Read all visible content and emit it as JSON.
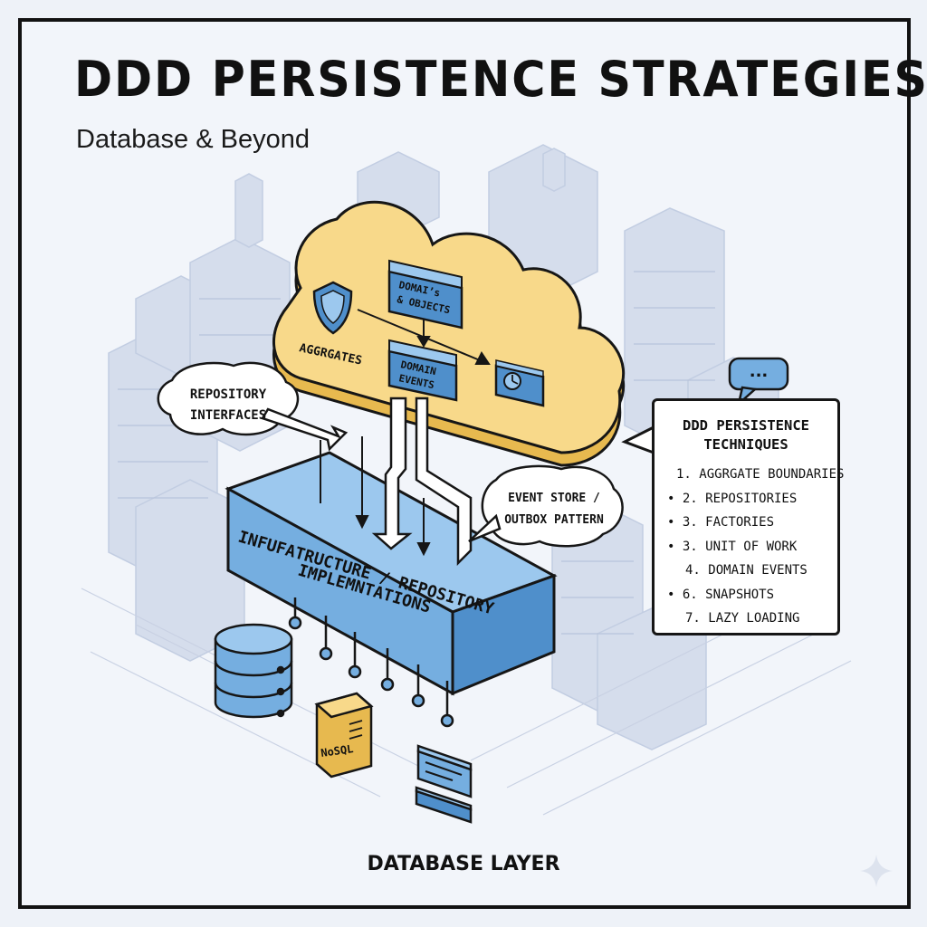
{
  "title": "DDD PERSISTENCE STRATEGIES",
  "subtitle": "Database & Beyond",
  "cloud": {
    "aggregates_label": "AGGRGATES",
    "domain_objects_label": [
      "DOMAI’s",
      "& OBJECTS"
    ],
    "domain_events_label": [
      "DOMAIN",
      "EVENTS"
    ]
  },
  "callouts": {
    "repository_interfaces": [
      "REPOSITORY",
      "INTERFACES"
    ],
    "event_store": [
      "EVENT STORE /",
      "OUTBOX PATTERN"
    ]
  },
  "infrastructure_block": {
    "line1": "INFUFATRUCTURE / REPOSITORY",
    "line2": "IMPLEMNTATIONS"
  },
  "techniques": {
    "title_line1": "DDD PERSISTENCE",
    "title_line2": "TECHNIQUES",
    "items": [
      "1. AGGRGATE BOUNDARIES",
      "• 2. REPOSITORIES",
      "• 3. FACTORIES",
      "• 3. UNIT OF WORK",
      "4. DOMAIN EVENTS",
      "• 6. SNAPSHOTS",
      "7. LAZY LOADING"
    ],
    "bubble_dots": "..."
  },
  "nosql_label": "NoSQL",
  "footer": "DATABASE LAYER",
  "colors": {
    "cloud_fill": "#f8d98a",
    "cloud_edge": "#e7b94f",
    "block_front": "#75aee0",
    "block_top": "#9cc8ee",
    "block_side": "#4f8fcb",
    "outline": "#161616",
    "background": "#f2f5fa",
    "city": "#c9d3e6"
  },
  "icons": [
    "shield-icon",
    "clock-icon",
    "database-icon",
    "nosql-file-icon",
    "server-rack-icon",
    "speech-bubble-icon",
    "sparkle-icon"
  ]
}
